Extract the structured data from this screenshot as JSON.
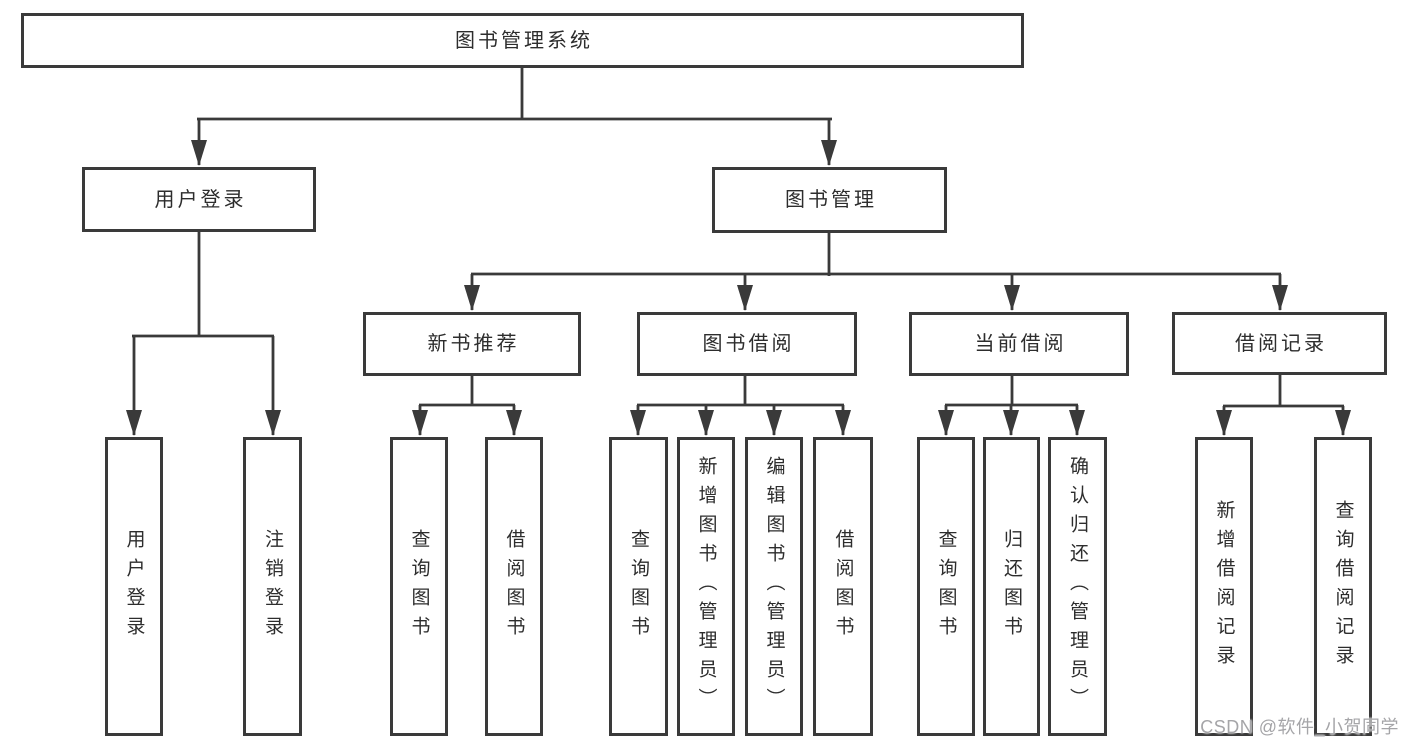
{
  "title": "图书管理系统",
  "level2": {
    "user_login": "用户登录",
    "book_mgmt": "图书管理"
  },
  "level3": {
    "new_rec": "新书推荐",
    "borrow": "图书借阅",
    "current": "当前借阅",
    "records": "借阅记录"
  },
  "leaves": {
    "login": "用户登录",
    "logout": "注销登录",
    "rec_search": "查询图书",
    "rec_borrow": "借阅图书",
    "bor_search": "查询图书",
    "bor_add": "新增图书（管理员）",
    "bor_edit": "编辑图书（管理员）",
    "bor_borrow": "借阅图书",
    "cur_search": "查询图书",
    "cur_return": "归还图书",
    "cur_confirm": "确认归还（管理员）",
    "rec2_add": "新增借阅记录",
    "rec2_search": "查询借阅记录"
  },
  "watermark": "CSDN @软件_小贺同学",
  "colors": {
    "line": "#3a3a3a",
    "text": "#2d2d2d",
    "box_background": "#ffffff",
    "watermark": "#a5a5a8"
  }
}
